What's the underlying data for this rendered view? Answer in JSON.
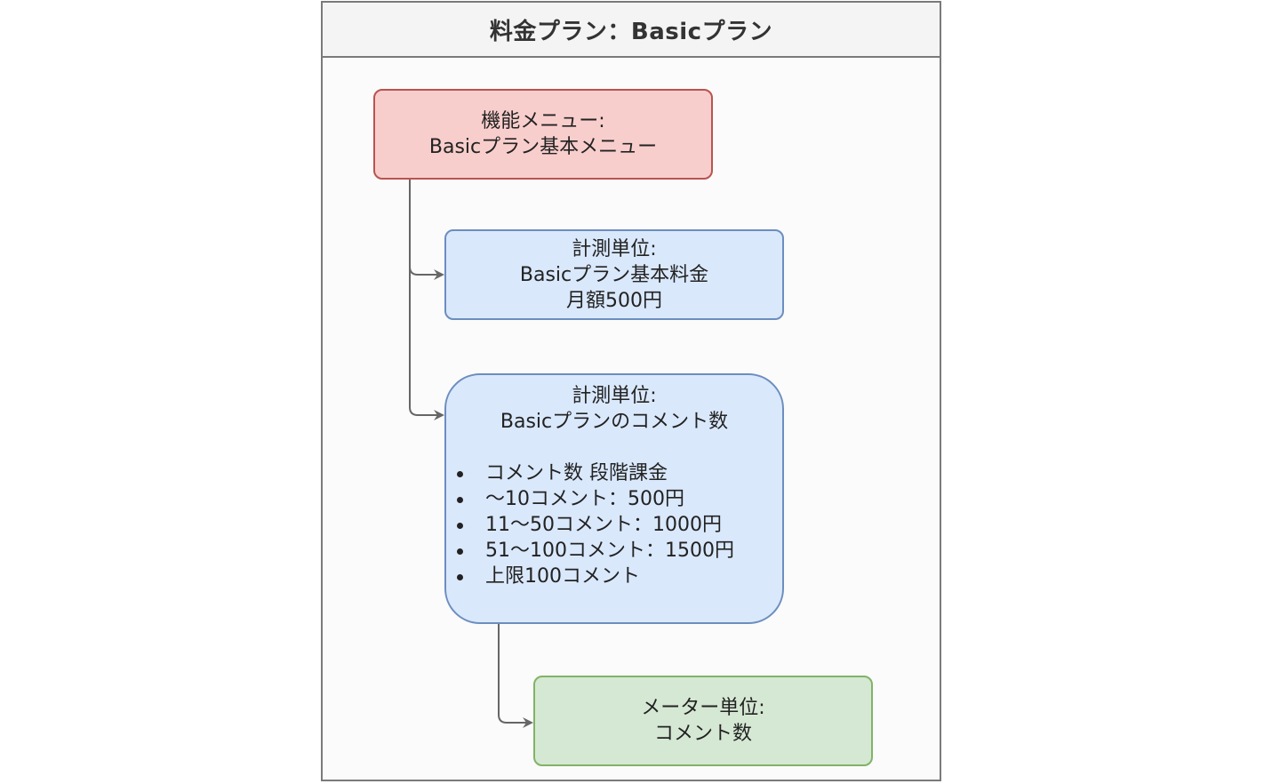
{
  "container": {
    "title": "料金プラン：Basicプラン"
  },
  "nodes": {
    "feature_menu": {
      "line1": "機能メニュー:",
      "line2": "Basicプラン基本メニュー"
    },
    "unit_base_fee": {
      "line1": "計測単位:",
      "line2": "Basicプラン基本料金",
      "line3": "月額500円"
    },
    "unit_comments": {
      "line1": "計測単位:",
      "line2": "Basicプランのコメント数",
      "bullets": [
        "コメント数 段階課金",
        "〜10コメント：500円",
        "11〜50コメント：1000円",
        "51〜100コメント：1500円",
        "上限100コメント"
      ]
    },
    "meter_unit": {
      "line1": "メーター単位:",
      "line2": "コメント数"
    }
  },
  "colors": {
    "red_fill": "#f8cecc",
    "red_stroke": "#b85450",
    "blue_fill": "#dae8fc",
    "blue_stroke": "#6c8ebf",
    "green_fill": "#d5e8d4",
    "green_stroke": "#82b366",
    "edge": "#666666"
  }
}
